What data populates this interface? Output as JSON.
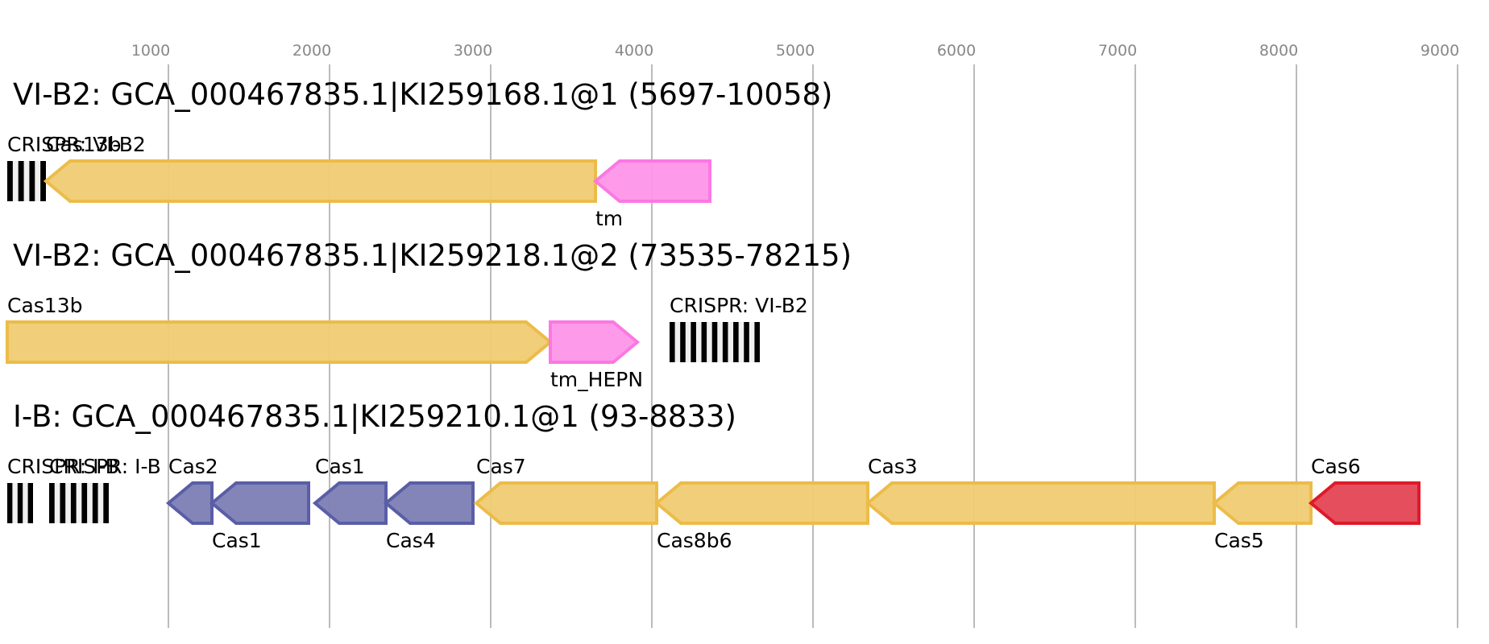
{
  "axis": {
    "ticks": [
      1000,
      2000,
      3000,
      4000,
      5000,
      6000,
      7000,
      8000,
      9000
    ],
    "range_bp": [
      0,
      9000
    ]
  },
  "colors": {
    "yellow_fill": "#f0cb72",
    "yellow_stroke": "#ecbc49",
    "pink_fill": "#fd96e9",
    "pink_stroke": "#fb78e2",
    "blue_fill": "#7c7eb5",
    "blue_stroke": "#5a5ea6",
    "red_fill": "#e44554",
    "red_stroke": "#de1a2a",
    "crispr_dark": "#000000",
    "crispr_light": "#f0f0f0",
    "grid": "#bbbbbb",
    "tick_text": "#888888"
  },
  "loci": [
    {
      "title": "VI-B2: GCA_000467835.1|KI259168.1@1 (5697-10058)",
      "features": [
        {
          "type": "crispr",
          "label": "CRISPR: VI-B2",
          "label_pos": "above",
          "start": 0,
          "end": 240,
          "repeats": 4,
          "color": "crispr"
        },
        {
          "type": "gene",
          "label": "Cas13b",
          "label_pos": "above",
          "start": 240,
          "end": 3650,
          "strand": "-",
          "color": "yellow"
        },
        {
          "type": "gene",
          "label": "tm",
          "label_pos": "below",
          "start": 3650,
          "end": 4360,
          "strand": "-",
          "color": "pink"
        }
      ]
    },
    {
      "title": "VI-B2: GCA_000467835.1|KI259218.1@2 (73535-78215)",
      "features": [
        {
          "type": "gene",
          "label": "Cas13b",
          "label_pos": "above",
          "start": 0,
          "end": 3370,
          "strand": "+",
          "color": "yellow"
        },
        {
          "type": "gene",
          "label": "tm_HEPN",
          "label_pos": "below",
          "start": 3370,
          "end": 3910,
          "strand": "+",
          "color": "pink"
        },
        {
          "type": "crispr",
          "label": "CRISPR: VI-B2",
          "label_pos": "above",
          "start": 4110,
          "end": 4670,
          "repeats": 9,
          "color": "crispr"
        }
      ]
    },
    {
      "title": "I-B: GCA_000467835.1|KI259210.1@1 (93-8833)",
      "features": [
        {
          "type": "crispr",
          "label": "CRISPR: I-B",
          "label_pos": "above",
          "start": 0,
          "end": 160,
          "repeats": 3,
          "color": "crispr"
        },
        {
          "type": "crispr",
          "label": "CRISPR: I-B",
          "label_pos": "above",
          "start": 260,
          "end": 630,
          "repeats": 6,
          "color": "crispr"
        },
        {
          "type": "gene",
          "label": "Cas2",
          "label_pos": "above",
          "start": 1000,
          "end": 1270,
          "strand": "-",
          "color": "blue"
        },
        {
          "type": "gene",
          "label": "Cas1",
          "label_pos": "below",
          "start": 1270,
          "end": 1870,
          "strand": "-",
          "color": "blue"
        },
        {
          "type": "gene",
          "label": "Cas1",
          "label_pos": "above",
          "start": 1910,
          "end": 2350,
          "strand": "-",
          "color": "blue"
        },
        {
          "type": "gene",
          "label": "Cas4",
          "label_pos": "below",
          "start": 2350,
          "end": 2890,
          "strand": "-",
          "color": "blue"
        },
        {
          "type": "gene",
          "label": "Cas7",
          "label_pos": "above",
          "start": 2910,
          "end": 4030,
          "strand": "-",
          "color": "yellow"
        },
        {
          "type": "gene",
          "label": "Cas8b6",
          "label_pos": "below",
          "start": 4030,
          "end": 5340,
          "strand": "-",
          "color": "yellow"
        },
        {
          "type": "gene",
          "label": "Cas3",
          "label_pos": "above",
          "start": 5340,
          "end": 7490,
          "strand": "-",
          "color": "yellow"
        },
        {
          "type": "gene",
          "label": "Cas5",
          "label_pos": "below",
          "start": 7490,
          "end": 8090,
          "strand": "-",
          "color": "yellow"
        },
        {
          "type": "gene",
          "label": "Cas6",
          "label_pos": "above",
          "start": 8090,
          "end": 8760,
          "strand": "-",
          "color": "red"
        }
      ]
    }
  ]
}
